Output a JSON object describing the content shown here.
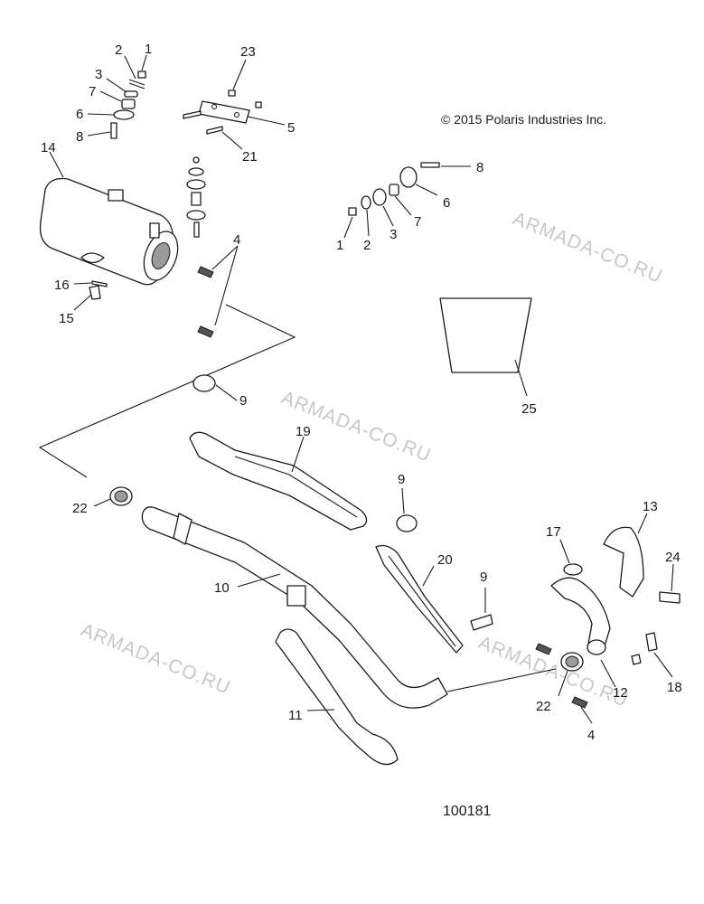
{
  "copyright": "© 2015 Polaris Industries Inc.",
  "drawing_number": "100181",
  "watermark": "ARMADA-CO.RU",
  "callouts": {
    "c1a": "1",
    "c2a": "2",
    "c3a": "3",
    "c7a": "7",
    "c6a": "6",
    "c8a": "8",
    "c23": "23",
    "c5": "5",
    "c21": "21",
    "c14": "14",
    "c4a": "4",
    "c16": "16",
    "c15": "15",
    "c8b": "8",
    "c6b": "6",
    "c7b": "7",
    "c3b": "3",
    "c2b": "2",
    "c1b": "1",
    "c25": "25",
    "c9a": "9",
    "c19": "19",
    "c9b": "9",
    "c22a": "22",
    "c10": "10",
    "c20": "20",
    "c9c": "9",
    "c17": "17",
    "c13": "13",
    "c24": "24",
    "c18": "18",
    "c12": "12",
    "c22b": "22",
    "c4b": "4",
    "c11": "11"
  }
}
